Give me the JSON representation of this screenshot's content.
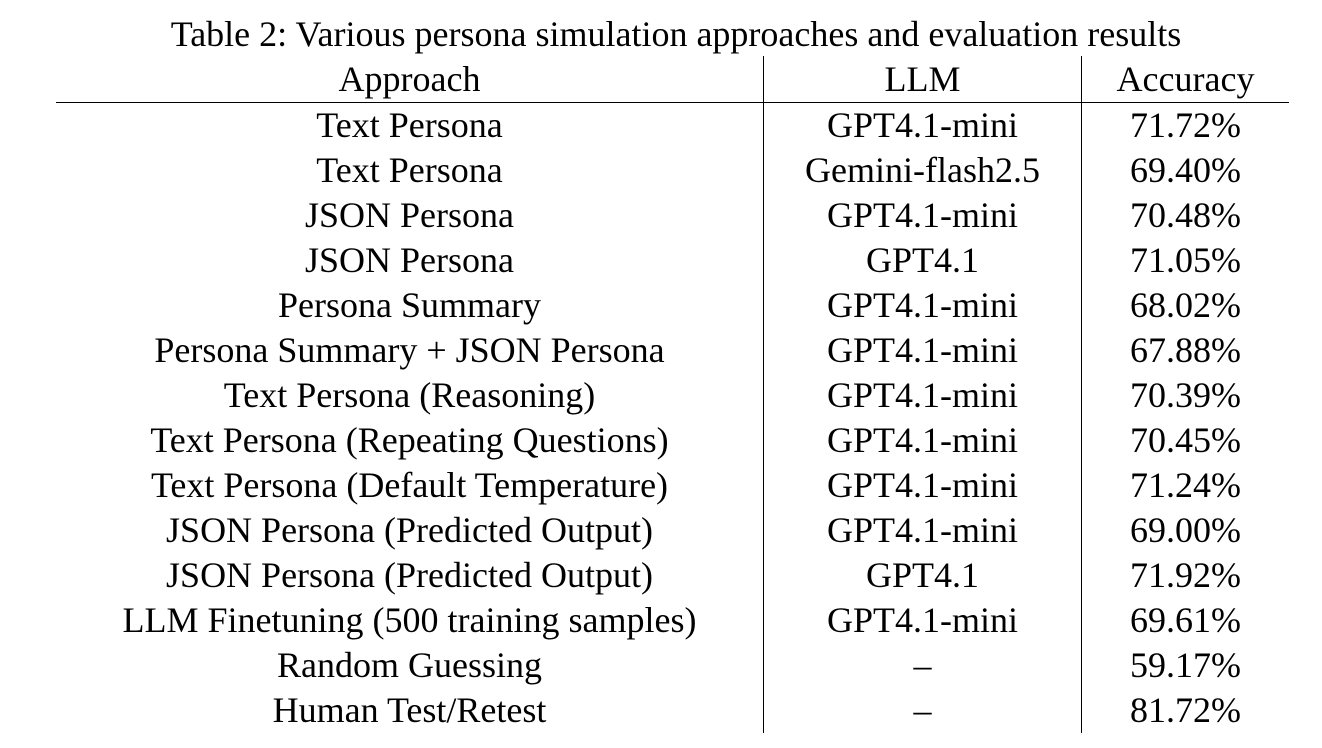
{
  "caption": "Table 2: Various persona simulation approaches and evaluation results",
  "headers": {
    "approach": "Approach",
    "llm": "LLM",
    "accuracy": "Accuracy"
  },
  "rows": [
    {
      "approach": "Text Persona",
      "llm": "GPT4.1-mini",
      "accuracy": "71.72%"
    },
    {
      "approach": "Text Persona",
      "llm": "Gemini-flash2.5",
      "accuracy": "69.40%"
    },
    {
      "approach": "JSON Persona",
      "llm": "GPT4.1-mini",
      "accuracy": "70.48%"
    },
    {
      "approach": "JSON Persona",
      "llm": "GPT4.1",
      "accuracy": "71.05%"
    },
    {
      "approach": "Persona Summary",
      "llm": "GPT4.1-mini",
      "accuracy": "68.02%"
    },
    {
      "approach": "Persona Summary + JSON Persona",
      "llm": "GPT4.1-mini",
      "accuracy": "67.88%"
    },
    {
      "approach": "Text Persona (Reasoning)",
      "llm": "GPT4.1-mini",
      "accuracy": "70.39%"
    },
    {
      "approach": "Text Persona (Repeating Questions)",
      "llm": "GPT4.1-mini",
      "accuracy": "70.45%"
    },
    {
      "approach": "Text Persona (Default Temperature)",
      "llm": "GPT4.1-mini",
      "accuracy": "71.24%"
    },
    {
      "approach": "JSON Persona (Predicted Output)",
      "llm": "GPT4.1-mini",
      "accuracy": "69.00%"
    },
    {
      "approach": "JSON Persona (Predicted Output)",
      "llm": "GPT4.1",
      "accuracy": "71.92%"
    },
    {
      "approach": "LLM Finetuning (500 training samples)",
      "llm": "GPT4.1-mini",
      "accuracy": "69.61%"
    },
    {
      "approach": "Random Guessing",
      "llm": "–",
      "accuracy": "59.17%"
    },
    {
      "approach": "Human Test/Retest",
      "llm": "–",
      "accuracy": "81.72%"
    }
  ]
}
